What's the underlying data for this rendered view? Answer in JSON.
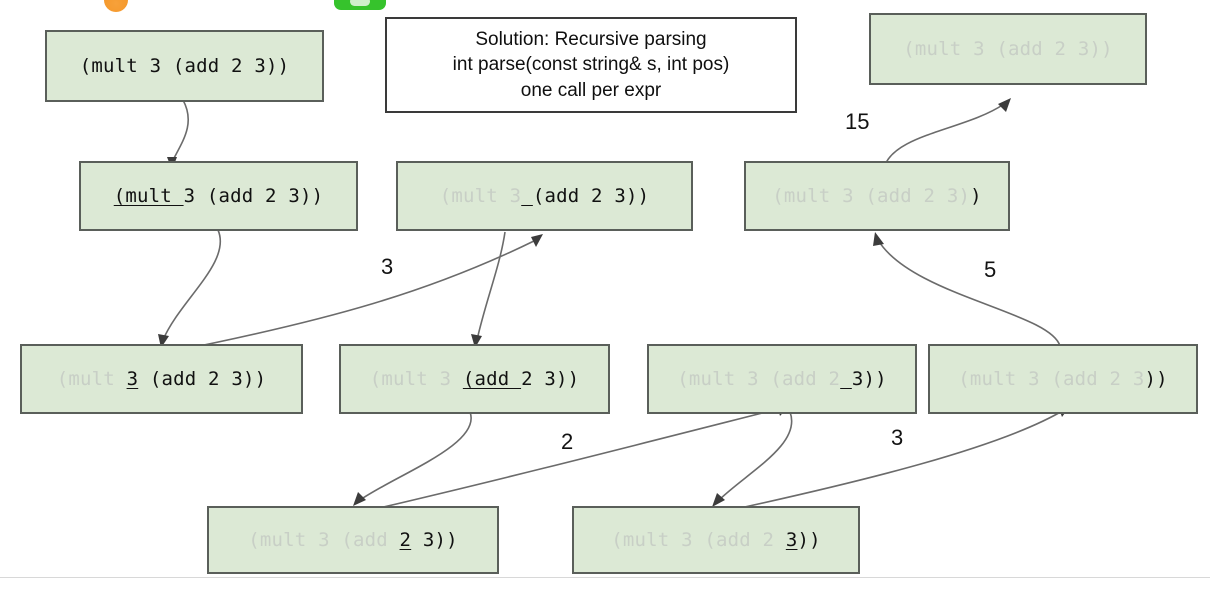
{
  "slide": {
    "title_icons": [
      {
        "name": "orange-circle-icon",
        "color": "#f09a2e"
      },
      {
        "name": "green-pill-icon",
        "color": "#36c32c"
      }
    ]
  },
  "infobox": {
    "line1": "Solution: Recursive parsing",
    "line2": "int parse(const string& s, int pos)",
    "line3": "one call per expr"
  },
  "nodes": [
    {
      "id": "root",
      "dim": "",
      "hi": "",
      "solid": "(mult 3 (add 2 3))",
      "full_text": "(mult 3 (add 2 3))"
    },
    {
      "id": "mult-token",
      "dim": "",
      "hi": "(mult ",
      "solid": "3 (add 2 3))",
      "full_text": "(mult 3 (add 2 3))"
    },
    {
      "id": "arg1-paren",
      "dim": "(mult 3",
      "hi": " ",
      "solid": "(add 2 3))",
      "full_text": "(mult 3 (add 2 3))"
    },
    {
      "id": "close-outer",
      "dim": "(mult 3 (add 2 3)",
      "hi": "",
      "solid": ")",
      "full_text": "(mult 3 (add 2 3))"
    },
    {
      "id": "mult-arg1",
      "dim": "(mult ",
      "hi": "3",
      "solid": " (add 2 3))",
      "full_text": "(mult 3 (add 2 3))"
    },
    {
      "id": "add-token",
      "dim": "(mult 3 ",
      "hi": "(add ",
      "solid": "2 3))",
      "full_text": "(mult 3 (add 2 3))"
    },
    {
      "id": "add-arg2-space",
      "dim": "(mult 3 (add 2",
      "hi": " ",
      "solid": "3))",
      "full_text": "(mult 3 (add 2 3))"
    },
    {
      "id": "close-inner",
      "dim": "(mult 3 (add 2 3",
      "hi": "",
      "solid": "))",
      "full_text": "(mult 3 (add 2 3))"
    },
    {
      "id": "add-arg1",
      "dim": "(mult 3 (add ",
      "hi": "2",
      "solid": " 3))",
      "full_text": "(mult 3 (add 2 3))"
    },
    {
      "id": "add-arg2",
      "dim": "(mult 3 (add 2 ",
      "hi": "3",
      "solid": "))",
      "full_text": "(mult 3 (add 2 3))"
    },
    {
      "id": "result",
      "dim": "(mult 3 (add 2 3))",
      "hi": "",
      "solid": "",
      "full_text": "(mult 3 (add 2 3))"
    }
  ],
  "edge_labels": [
    {
      "id": "label-3-left",
      "value": "3"
    },
    {
      "id": "label-2",
      "value": "2"
    },
    {
      "id": "label-3-mid",
      "value": "3"
    },
    {
      "id": "label-5",
      "value": "5"
    },
    {
      "id": "label-15",
      "value": "15"
    }
  ]
}
